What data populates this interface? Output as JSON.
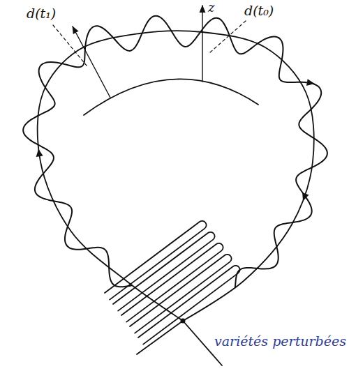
{
  "diagram": {
    "labels": [
      "z",
      "d(t₁)",
      "d(t₀)",
      "variétés perturbées"
    ]
  }
}
